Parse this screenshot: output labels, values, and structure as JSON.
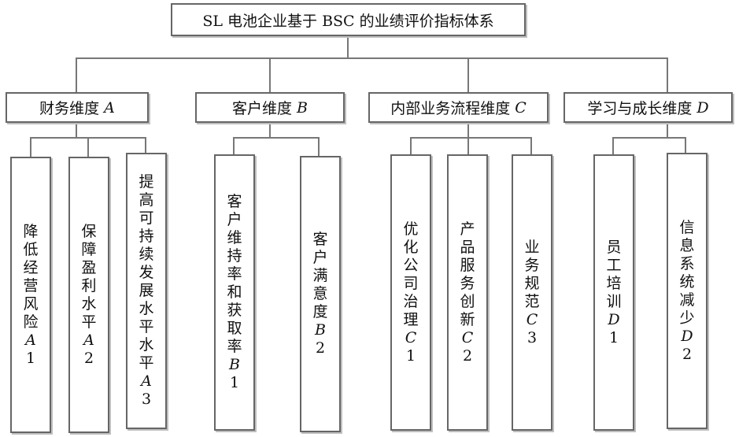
{
  "root": {
    "label": "SL 电池企业基于 BSC 的业绩评价指标体系"
  },
  "dimensions": [
    {
      "name": "财务维度",
      "letter": "A",
      "indicators": [
        {
          "label": "降低经营风险",
          "code": "A",
          "num": "1"
        },
        {
          "label": "保障盈利水平",
          "code": "A",
          "num": "2"
        },
        {
          "label": "提高可持续发展水平水平",
          "code": "A",
          "num": "3"
        }
      ]
    },
    {
      "name": "客户维度",
      "letter": "B",
      "indicators": [
        {
          "label": "客户维持率和获取率",
          "code": "B",
          "num": "1"
        },
        {
          "label": "客户满意度",
          "code": "B",
          "num": "2"
        }
      ]
    },
    {
      "name": "内部业务流程维度",
      "letter": "C",
      "indicators": [
        {
          "label": "优化公司治理",
          "code": "C",
          "num": "1"
        },
        {
          "label": "产品服务创新",
          "code": "C",
          "num": "2"
        },
        {
          "label": "业务规范",
          "code": "C",
          "num": "3"
        }
      ]
    },
    {
      "name": "学习与成长维度",
      "letter": "D",
      "indicators": [
        {
          "label": "员工培训",
          "code": "D",
          "num": "1"
        },
        {
          "label": "信息系统减少",
          "code": "D",
          "num": "2"
        }
      ]
    }
  ]
}
